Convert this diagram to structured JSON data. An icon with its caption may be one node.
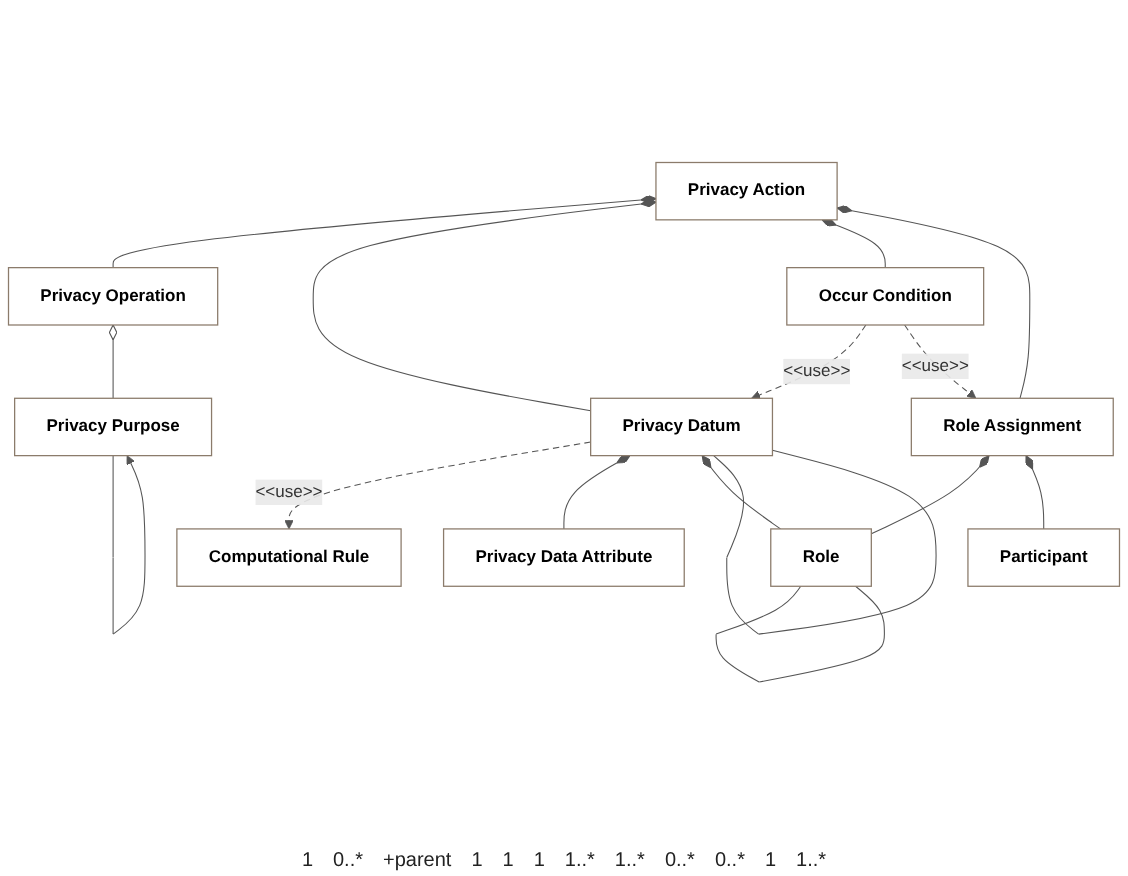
{
  "diagram": {
    "nodes": [
      {
        "text": [
          "Privacy Purpose"
        ]
      },
      {
        "text": [
          "Privacy Operation"
        ]
      },
      {
        "text": [
          "Computational Rule"
        ]
      },
      {
        "text": [
          "Privacy Action"
        ]
      },
      {
        "text": [
          "Privacy Data Attribute"
        ]
      },
      {
        "text": [
          "Privacy Datum"
        ]
      },
      {
        "text": [
          "Occur Condition"
        ]
      },
      {
        "text": [
          "Role"
        ]
      },
      {
        "text": [
          "Role Assignment"
        ]
      },
      {
        "text": [
          "Participant"
        ]
      }
    ],
    "edges": [
      {
        "from": 0,
        "to": 1,
        "arrow": "other"
      },
      {
        "from": 0,
        "to": 0,
        "arrow": "to"
      },
      {
        "from": 1,
        "to": 3,
        "arrow": "other"
      },
      {
        "from": 5,
        "to": 2,
        "arrow": "to",
        "label": "<<use>>",
        "style": "dashed"
      },
      {
        "from": 5,
        "to": 3,
        "arrow": "other"
      },
      {
        "from": 6,
        "to": 3,
        "arrow": "other"
      },
      {
        "from": 4,
        "to": 5,
        "arrow": "other"
      },
      {
        "from": 7,
        "to": 5,
        "arrow": "other"
      },
      {
        "from": 5,
        "to": 5,
        "arrow": "none"
      },
      {
        "from": 6,
        "to": 5,
        "arrow": "to",
        "label": "<<use>>",
        "style": "dashed"
      },
      {
        "from": 6,
        "to": 8,
        "arrow": "to",
        "label": "<<use>>",
        "style": "dashed"
      },
      {
        "from": 8,
        "to": 3,
        "arrow": "other"
      },
      {
        "from": 7,
        "to": 7,
        "arrow": "none"
      },
      {
        "from": 7,
        "to": 8,
        "arrow": "other"
      },
      {
        "from": 9,
        "to": 8,
        "arrow": "other"
      }
    ],
    "labels": [
      "1",
      "0..*",
      "+parent",
      "1",
      "1",
      "1",
      "1..*",
      "1..*",
      "0..*",
      "0..*",
      "1",
      "1..*"
    ]
  }
}
